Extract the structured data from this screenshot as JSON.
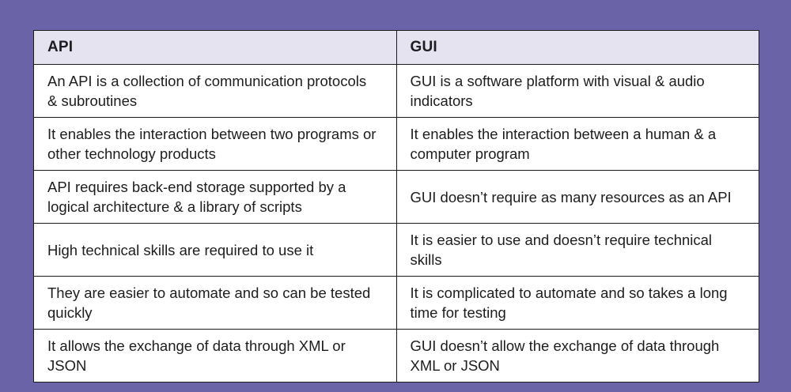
{
  "colors": {
    "bg": "#6A63A7",
    "header-bg": "#E4E3EF",
    "cell-bg": "#FFFFFF",
    "border": "#1A1A1A",
    "text": "#1D1D1F"
  },
  "table": {
    "columns": [
      {
        "header": "API"
      },
      {
        "header": "GUI"
      }
    ],
    "rows": [
      {
        "api": "An API is a collection of communication protocols & subroutines",
        "gui": "GUI is a software platform with visual & audio indicators"
      },
      {
        "api": "It enables the interaction between two programs or other technology products",
        "gui": "It enables the interaction between a human & a computer program"
      },
      {
        "api": "API requires back-end storage supported by a logical architecture & a library of scripts",
        "gui": "GUI doesn’t require as many resources as an API"
      },
      {
        "api": "High technical skills are required to use it",
        "gui": "It is easier to use and doesn’t require technical skills"
      },
      {
        "api": "They are easier to automate and so can be tested quickly",
        "gui": "It is complicated to automate and so takes a long time for testing"
      },
      {
        "api": "It allows the exchange of data through XML or JSON",
        "gui": "GUI doesn’t allow the exchange of data through XML or JSON"
      }
    ]
  }
}
